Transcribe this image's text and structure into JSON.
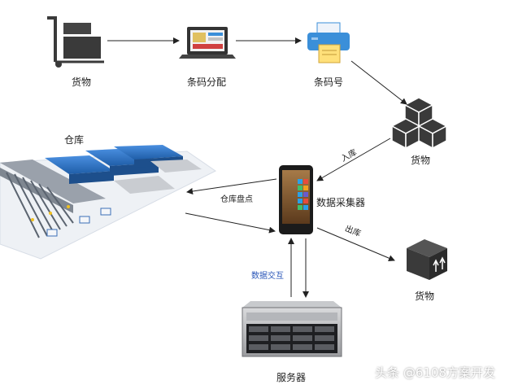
{
  "labels": {
    "goods_top": "货物",
    "barcode_assign": "条码分配",
    "barcode_number": "条码号",
    "goods_right": "货物",
    "warehouse": "仓库",
    "inbound": "入库",
    "inventory_check": "仓库盘点",
    "data_collector": "数据采集器",
    "outbound": "出库",
    "data_exchange": "数据交互",
    "goods_bottom": "货物",
    "server": "服务器"
  },
  "watermark": "头条 @6108方案开发",
  "icons": {
    "trolley": "hand-trolley-icon",
    "laptop": "laptop-icon",
    "printer": "printer-icon",
    "boxes": "stacked-boxes-icon",
    "package": "package-icon",
    "warehouse": "warehouse-illustration",
    "scanner": "handheld-scanner-icon",
    "server": "rack-server-icon"
  },
  "colors": {
    "printer_blue": "#3b8fd9",
    "roof_blue": "#2f72c6",
    "label_blue": "#2a56b8",
    "icon_dark": "#3a3a3a"
  }
}
